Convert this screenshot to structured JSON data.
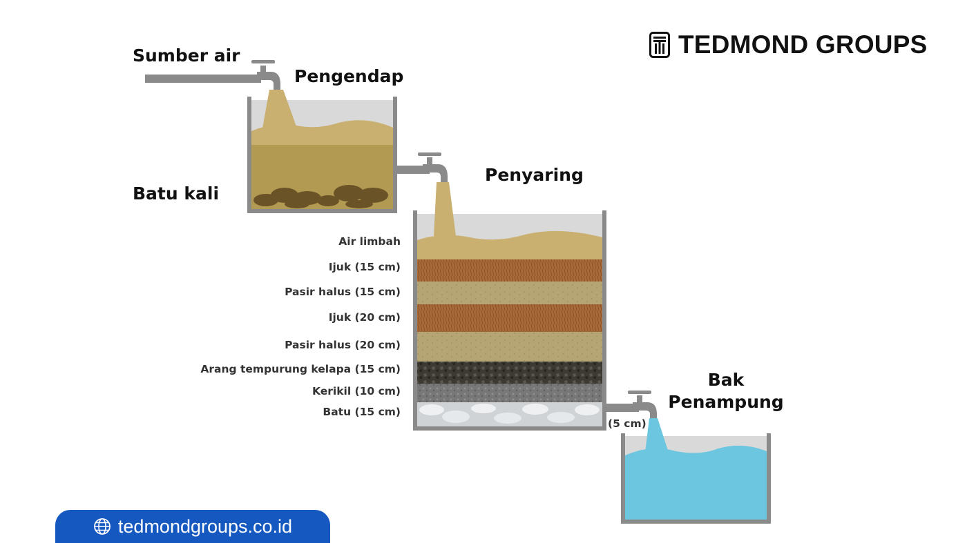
{
  "brand": {
    "name": "TEDMOND GROUPS",
    "logo_icon": "tedmond-logo-icon"
  },
  "website": {
    "url": "tedmondgroups.co.id",
    "icon": "globe-icon"
  },
  "labels": {
    "source": "Sumber air",
    "settling": "Pengendap",
    "river_stone": "Batu kali",
    "filter": "Penyaring",
    "reservoir_line1": "Bak",
    "reservoir_line2": "Penampung",
    "outlet_height": "(5 cm)"
  },
  "filter_layers": [
    "Air limbah",
    "Ijuk (15 cm)",
    "Pasir halus (15 cm)",
    "Ijuk (20 cm)",
    "Pasir halus (20 cm)",
    "Arang tempurung kelapa (15 cm)",
    "Kerikil (10 cm)",
    "Batu (15 cm)"
  ],
  "colors": {
    "muddy_water": "#c9b070",
    "fiber": "#a86a38",
    "fine_sand": "#b5a574",
    "charcoal": "#3d3a33",
    "gravel": "#777777",
    "stone": "#e4e6e8",
    "clean_water": "#6cc6e0",
    "pipe": "#8a8a8a",
    "brand_blue": "#1559c0"
  }
}
